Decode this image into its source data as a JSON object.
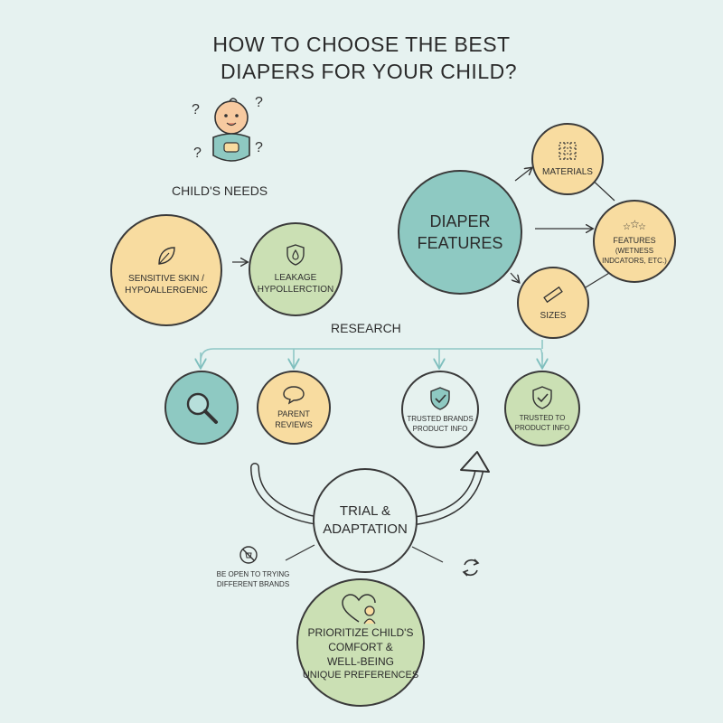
{
  "title": {
    "line1": "HOW TO CHOOSE THE BEST",
    "line2": "DIAPERS FOR YOUR CHILD?"
  },
  "childs_needs": {
    "heading": "CHILD'S NEEDS",
    "sensitive_line1": "SENSITIVE SKIN /",
    "sensitive_line2": "HYPOALLERGENIC",
    "leakage_line1": "LEAKAGE",
    "leakage_line2": "HYPOLLERCTION"
  },
  "diaper_features": {
    "center_line1": "DIAPER",
    "center_line2": "FEATURES",
    "materials": "MATERIALS",
    "features_line1": "FEATURES",
    "features_line2": "(WETNESS",
    "features_line3": "INDCATORS, ETC.)",
    "sizes": "SIZES"
  },
  "research": {
    "heading": "RESEARCH",
    "parent_line1": "PARENT",
    "parent_line2": "REVIEWS",
    "trusted1_line1": "TRUSTED BRANDS",
    "trusted1_line2": "PRODUCT INFO",
    "trusted2_line1": "TRUSTED TO",
    "trusted2_line2": "PRODUCT INFO"
  },
  "trial": {
    "line1": "TRIAL &",
    "line2": "ADAPTATION",
    "open_line1": "BE OPEN TO TRYING",
    "open_line2": "DIFFERENT BRANDS"
  },
  "prioritize": {
    "line1": "PRIORITIZE CHILD'S",
    "line2": "COMFORT &",
    "line3": "WELL-BEING",
    "line4": "UNIQUE PREFERENCES"
  },
  "colors": {
    "background": "#e6f2f0",
    "yellow": "#f8dca0",
    "green": "#cbe0b4",
    "teal": "#8ec9c2",
    "connector": "#8fc7c6"
  }
}
